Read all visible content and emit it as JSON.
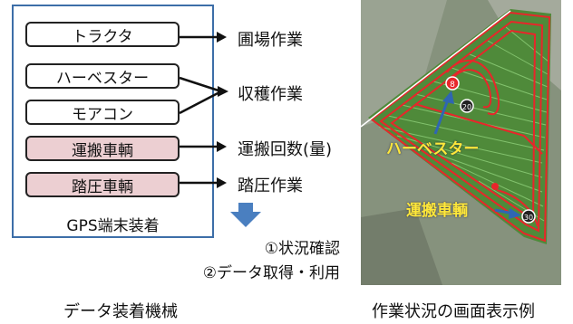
{
  "machines": [
    {
      "label": "トラクタ",
      "highlighted": false
    },
    {
      "label": "ハーベスター",
      "highlighted": false
    },
    {
      "label": "モアコン",
      "highlighted": false
    },
    {
      "label": "運搬車輌",
      "highlighted": true
    },
    {
      "label": "踏圧車輌",
      "highlighted": true
    }
  ],
  "gps_label": "GPS端末装着",
  "work_types": [
    "圃場作業",
    "収穫作業",
    "運搬回数(量)",
    "踏圧作業"
  ],
  "steps": [
    "①状況確認",
    "②データ取得・利用"
  ],
  "captions": {
    "left": "データ装着機械",
    "right": "作業状況の画面表示例"
  },
  "map": {
    "harvester_label": "ハーベスター",
    "transport_label": "運搬車輌",
    "markers": [
      "8",
      "20",
      "30"
    ]
  },
  "colors": {
    "panel_border": "#3d6ea8",
    "highlight_fill": "#eccfd2",
    "down_arrow": "#4a7fc0",
    "map_label": "#ffe83a",
    "track": "#e8262a",
    "field": "#4f8a3a"
  }
}
